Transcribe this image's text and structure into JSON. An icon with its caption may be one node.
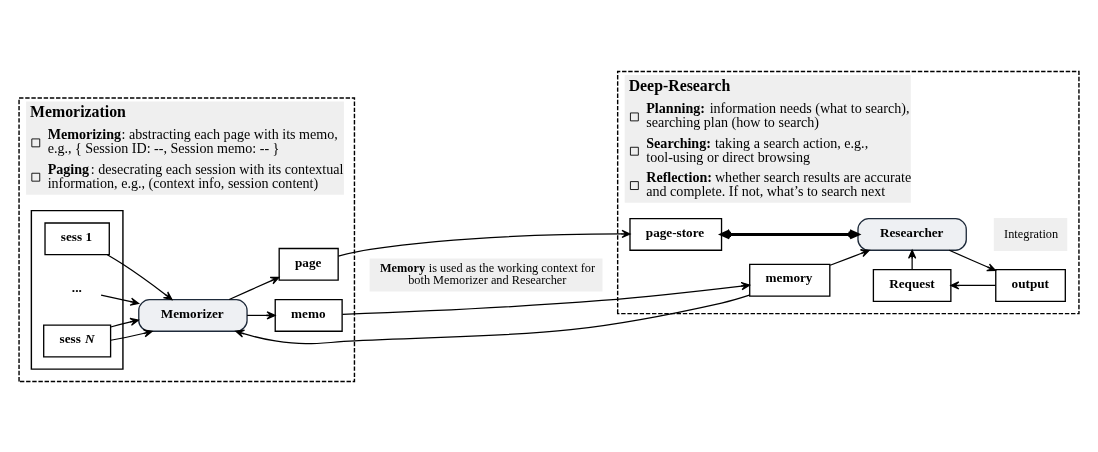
{
  "diagram": {
    "nodes": [
      {
        "text": [
          "Memorization",
          "**Memorizing**: abstracting each page with its memo, e.g., { Session ID: --, Session memo: -- }",
          "**Paging**: desecrating each session with its contextual information, e.g., (context info, session content)"
        ]
      },
      {
        "text": [
          "Memorizer"
        ],
        "in": 0
      },
      {
        "text": [
          "page"
        ],
        "in": 0
      },
      {
        "text": [],
        "shape": "box",
        "in": 0
      },
      {
        "text": [
          "sess 1"
        ],
        "in": 3
      },
      {
        "text": [
          "..."
        ],
        "in": 3
      },
      {
        "text": [
          "sess *N*"
        ],
        "in": 3
      },
      {
        "text": [
          "memo"
        ],
        "in": 0
      },
      {
        "text": [
          "Deep-Research",
          "**Planning:** information needs (what to search), searching plan (how to search)",
          "**Searching:** taking a search action, e.g., tool-using or direct browsing",
          "**Reflection:** whether search results are accurate and complete. If not, what’s to search next"
        ]
      },
      {
        "text": [
          "page-store"
        ],
        "in": 8
      },
      {
        "text": [
          "memory"
        ],
        "in": 8
      },
      {
        "text": [
          "Researcher"
        ],
        "in": 8
      },
      {
        "text": [
          "Integration"
        ],
        "in": 8
      },
      {
        "text": [
          "output"
        ],
        "in": 8
      },
      {
        "text": [
          "Request"
        ],
        "in": 8
      },
      {
        "text": [
          "**Memory** is used as the working context for both Memorizer and Researcher"
        ]
      }
    ],
    "edges": [
      {
        "from": 4,
        "to": 1,
        "arrow": "to"
      },
      {
        "from": 5,
        "to": 1,
        "arrow": "to"
      },
      {
        "from": 6,
        "to": 1,
        "arrow": "to"
      },
      {
        "from": 6,
        "to": 1,
        "arrow": "to"
      },
      {
        "from": 1,
        "to": 2,
        "arrow": "to"
      },
      {
        "from": 1,
        "to": 7,
        "arrow": "to"
      },
      {
        "from": 2,
        "to": 9,
        "arrow": "to"
      },
      {
        "from": 7,
        "to": 10,
        "arrow": "to"
      },
      {
        "from": 9,
        "to": 11,
        "arrow": "both",
        "style": "thick"
      },
      {
        "from": 10,
        "to": 1,
        "arrow": "to"
      },
      {
        "from": 10,
        "to": 11,
        "arrow": "to"
      },
      {
        "from": 11,
        "to": 13,
        "arrow": "to"
      },
      {
        "from": 13,
        "to": 14,
        "arrow": "to"
      },
      {
        "from": 14,
        "to": 11,
        "arrow": "to"
      }
    ]
  }
}
